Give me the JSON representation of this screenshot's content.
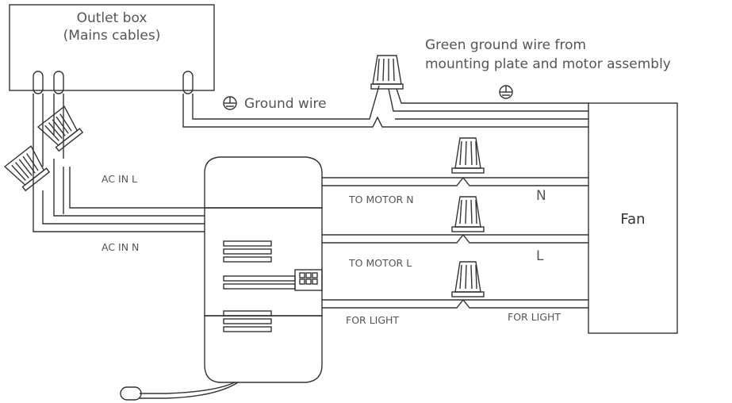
{
  "labels": {
    "outlet_box_line1": "Outlet box",
    "outlet_box_line2": "(Mains cables)",
    "green_ground_line1": "Green ground wire from",
    "green_ground_line2": "mounting plate and motor assembly",
    "ground_wire": "Ground wire",
    "fan": "Fan",
    "ac_in_l": "AC IN L",
    "ac_in_n": "AC IN N",
    "to_motor_n": "TO MOTOR N",
    "to_motor_l": "TO MOTOR L",
    "for_light_left": "FOR LIGHT",
    "for_light_right": "FOR LIGHT",
    "terminal_n": "N",
    "terminal_l": "L"
  },
  "colors": {
    "line": "#333333",
    "text": "#555555"
  },
  "icons": [
    "ground-symbol-icon",
    "wire-nut-icon",
    "remote-antenna-icon"
  ]
}
